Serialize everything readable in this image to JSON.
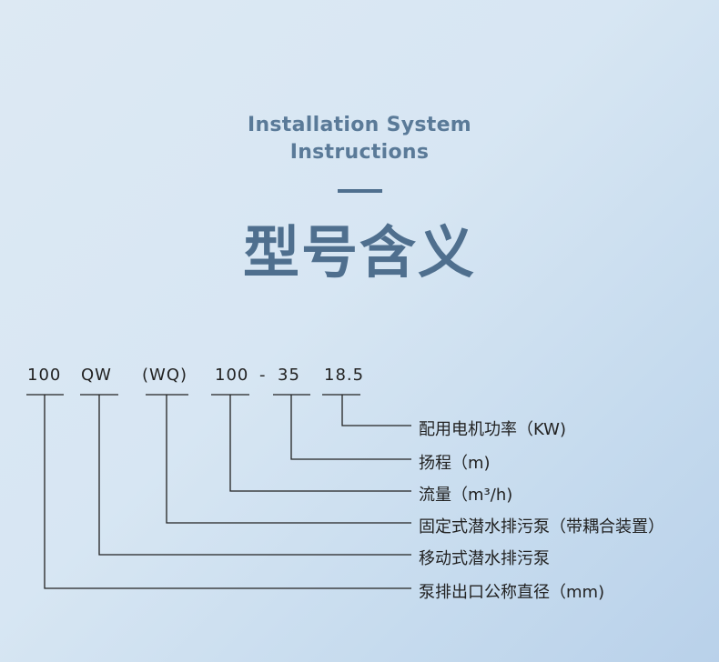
{
  "header": {
    "subtitle_line1": "Installation System",
    "subtitle_line2": "Instructions",
    "title": "型号含义"
  },
  "model_code": {
    "segments": [
      "100",
      "QW",
      "(WQ)",
      "100",
      "-",
      "35",
      "18.5"
    ]
  },
  "meanings": [
    "配用电机功率（KW)",
    "扬程（m)",
    "流量（m³/h)",
    "固定式潜水排污泵（带耦合装置）",
    "移动式潜水排污泵",
    "泵排出口公称直径（mm)"
  ],
  "colors": {
    "heading": "#5a7a98",
    "title": "#4f6f8e",
    "line": "#222222"
  }
}
